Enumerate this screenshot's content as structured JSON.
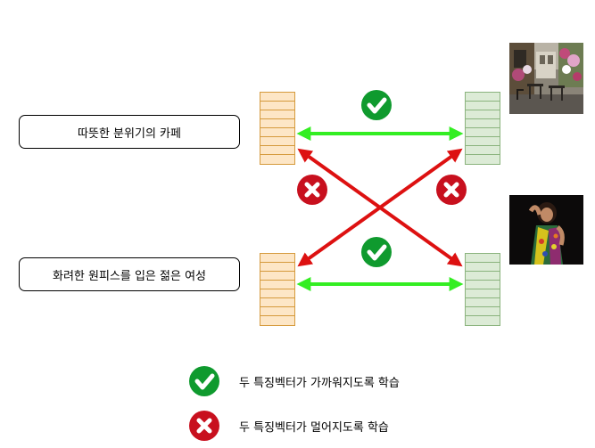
{
  "text_inputs": [
    {
      "label": "따뜻한 분위기의 카페"
    },
    {
      "label": "화려한 원피스를 입은 젊은 여성"
    }
  ],
  "images": [
    {
      "subject": "cafe exterior with patio tables and flowers"
    },
    {
      "subject": "young woman in colorful dress"
    }
  ],
  "colors": {
    "match_arrow": "#33ee22",
    "mismatch_arrow": "#dd1111",
    "check_icon": "#0f9a2e",
    "cross_icon": "#c8101e",
    "text_vector_fill": "#fde6c6",
    "text_vector_border": "#d59a3c",
    "image_vector_fill": "#dcebd6",
    "image_vector_border": "#8ab37d"
  },
  "legend": {
    "pull_together": "두 특징벡터가 가까워지도록 학습",
    "push_apart": "두 특징벡터가 멀어지도록 학습"
  }
}
